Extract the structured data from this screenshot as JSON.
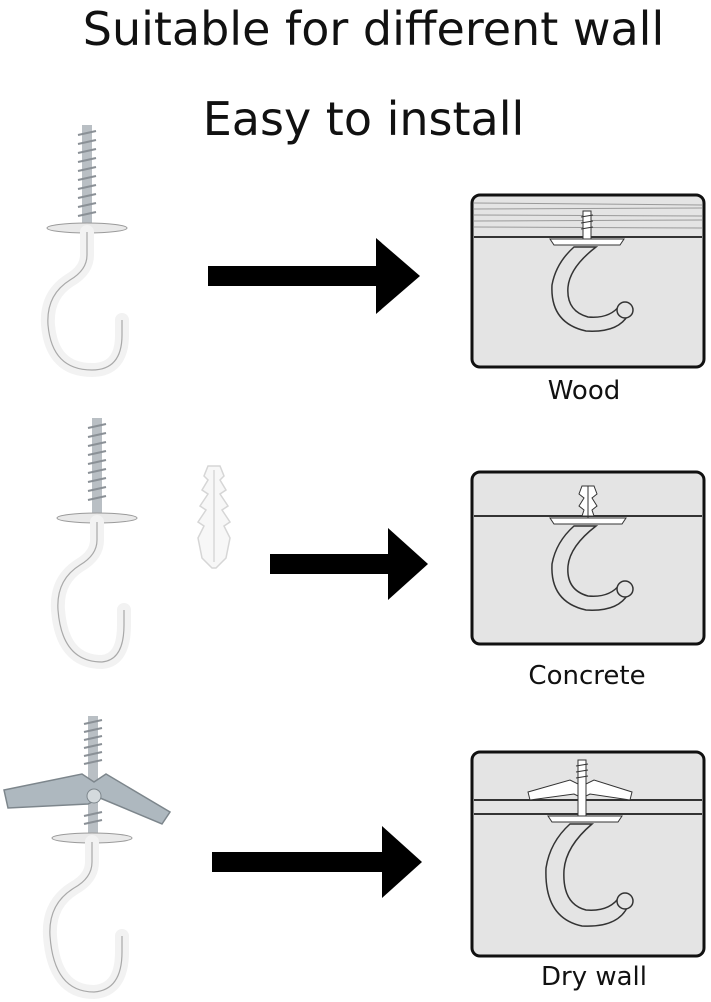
{
  "headline": {
    "line1": "Suitable for different wall",
    "line2": "Easy to install"
  },
  "rows": [
    {
      "id": "wood",
      "label": "Wood",
      "anchor": "screw-only"
    },
    {
      "id": "concrete",
      "label": "Concrete",
      "anchor": "plastic-anchor"
    },
    {
      "id": "drywall",
      "label": "Dry wall",
      "anchor": "toggle-bolt"
    }
  ],
  "icons": [
    "screw-hook-icon",
    "plastic-anchor-icon",
    "toggle-bolt-icon",
    "arrow-right-icon"
  ],
  "colors": {
    "panel_bg": "#e4e4e4",
    "panel_border": "#111111",
    "hook": "#f2f2f2",
    "screw": "#b9bfc4",
    "arrow": "#000000"
  }
}
